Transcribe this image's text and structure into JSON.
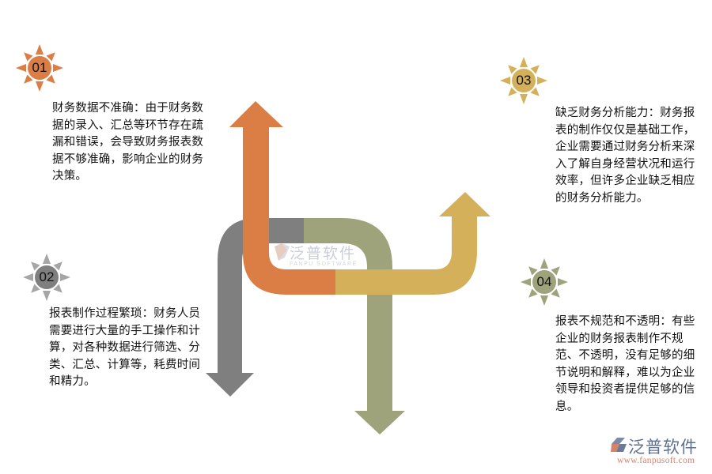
{
  "colors": {
    "orange": "#db7e45",
    "gray": "#7f7f7f",
    "olive": "#9ea37b",
    "gold": "#d5b05b",
    "gray_rays": "#a6a6a6"
  },
  "items": [
    {
      "number": "01",
      "color": "#db7e45",
      "text": "财务数据不准确：由于财务数据的录入、汇总等环节存在疏漏和错误，会导致财务报表数据不够准确，影响企业的财务决策。"
    },
    {
      "number": "02",
      "color": "#7f7f7f",
      "text": "报表制作过程繁琐：财务人员需要进行大量的手工操作和计算，对各种数据进行筛选、分类、汇总、计算等，耗费时间和精力。"
    },
    {
      "number": "03",
      "color": "#d5b05b",
      "text": "缺乏财务分析能力：财务报表的制作仅仅是基础工作，企业需要通过财务分析来深入了解自身经营状况和运行效率，但许多企业缺乏相应的财务分析能力。"
    },
    {
      "number": "04",
      "color": "#9ea37b",
      "text": "报表不规范和不透明：有些企业的财务报表制作不规范、不透明，没有足够的细节说明和解释，难以为企业领导和投资者提供足够的信息。"
    }
  ],
  "watermark": {
    "cn": "泛普软件",
    "en": "FANPU SOFTWARE"
  },
  "logo": {
    "cn": "泛普软件",
    "url": "www.fanpusoft.com"
  }
}
